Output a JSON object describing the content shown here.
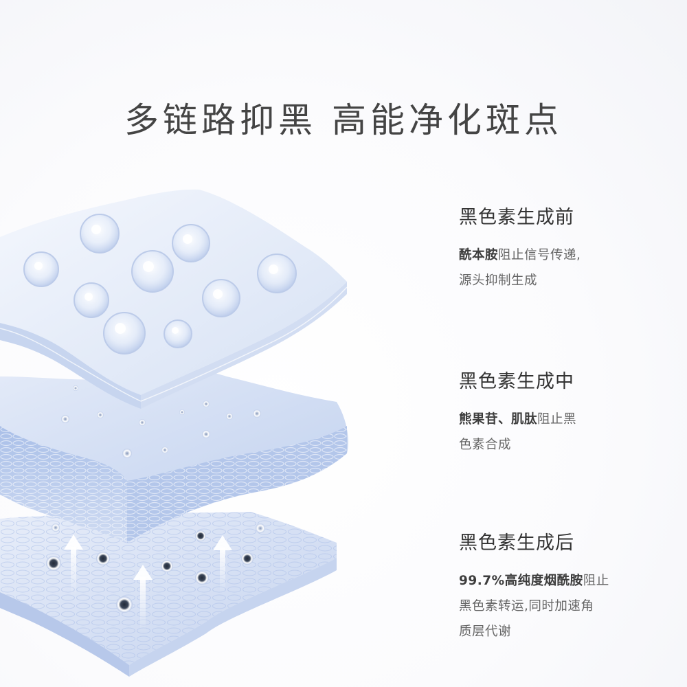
{
  "headline": "多链路抑黑 高能净化斑点",
  "stages": [
    {
      "title": "黑色素生成前",
      "desc_lines": [
        {
          "strong": "酰本胺",
          "text": "阻止信号传递,"
        },
        {
          "strong": "",
          "text": "源头抑制生成"
        }
      ]
    },
    {
      "title": "黑色素生成中",
      "desc_lines": [
        {
          "strong": "熊果苷、肌肽",
          "text": "阻止黑"
        },
        {
          "strong": "",
          "text": "色素合成"
        }
      ]
    },
    {
      "title": "黑色素生成后",
      "desc_lines": [
        {
          "strong": "99.7%高纯度烟酰胺",
          "text": "阻止"
        },
        {
          "strong": "",
          "text": "黑色素转运,同时加速角"
        },
        {
          "strong": "",
          "text": "质层代谢"
        }
      ]
    }
  ],
  "colors": {
    "skin_light": "#e9eef8",
    "skin_mid": "#c9d6ef",
    "skin_deep": "#9fb6e3",
    "headline": "#444444",
    "body_text": "#666666"
  }
}
